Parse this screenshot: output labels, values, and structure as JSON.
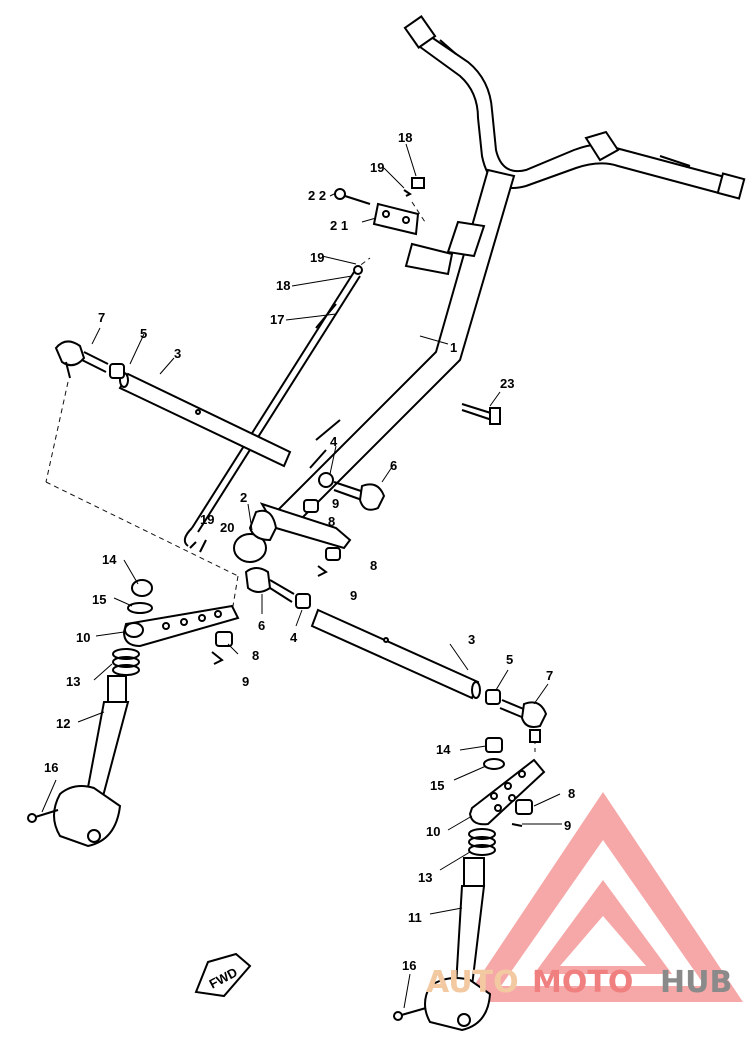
{
  "diagram": {
    "part_labels": [
      {
        "id": "l1",
        "text": "1"
      },
      {
        "id": "l2",
        "text": "2"
      },
      {
        "id": "l3a",
        "text": "3"
      },
      {
        "id": "l3b",
        "text": "3"
      },
      {
        "id": "l4a",
        "text": "4"
      },
      {
        "id": "l4b",
        "text": "4"
      },
      {
        "id": "l5a",
        "text": "5"
      },
      {
        "id": "l5b",
        "text": "5"
      },
      {
        "id": "l6a",
        "text": "6"
      },
      {
        "id": "l6b",
        "text": "6"
      },
      {
        "id": "l7a",
        "text": "7"
      },
      {
        "id": "l7b",
        "text": "7"
      },
      {
        "id": "l8a",
        "text": "8"
      },
      {
        "id": "l8b",
        "text": "8"
      },
      {
        "id": "l8c",
        "text": "8"
      },
      {
        "id": "l8d",
        "text": "8"
      },
      {
        "id": "l9a",
        "text": "9"
      },
      {
        "id": "l9b",
        "text": "9"
      },
      {
        "id": "l9c",
        "text": "9"
      },
      {
        "id": "l9d",
        "text": "9"
      },
      {
        "id": "l10a",
        "text": "10"
      },
      {
        "id": "l10b",
        "text": "10"
      },
      {
        "id": "l11",
        "text": "11"
      },
      {
        "id": "l12",
        "text": "12"
      },
      {
        "id": "l13a",
        "text": "13"
      },
      {
        "id": "l13b",
        "text": "13"
      },
      {
        "id": "l14a",
        "text": "14"
      },
      {
        "id": "l14b",
        "text": "14"
      },
      {
        "id": "l15a",
        "text": "15"
      },
      {
        "id": "l15b",
        "text": "15"
      },
      {
        "id": "l16a",
        "text": "16"
      },
      {
        "id": "l16b",
        "text": "16"
      },
      {
        "id": "l17",
        "text": "17"
      },
      {
        "id": "l18a",
        "text": "18"
      },
      {
        "id": "l18b",
        "text": "18"
      },
      {
        "id": "l19a",
        "text": "19"
      },
      {
        "id": "l19b",
        "text": "19"
      },
      {
        "id": "l19c",
        "text": "19"
      },
      {
        "id": "l20",
        "text": "20"
      },
      {
        "id": "l21",
        "text": "2 1"
      },
      {
        "id": "l22",
        "text": "2 2"
      },
      {
        "id": "l23",
        "text": "23"
      }
    ],
    "direction_marker": "FWD"
  },
  "watermark": {
    "text_light": "AUTO",
    "text_red": "MOTO",
    "text_dark": "HUB",
    "colors": {
      "light": "#f3c9a1",
      "red": "#f07f7f",
      "dark": "#8a8a8a",
      "logo": "#f58f8f"
    }
  }
}
